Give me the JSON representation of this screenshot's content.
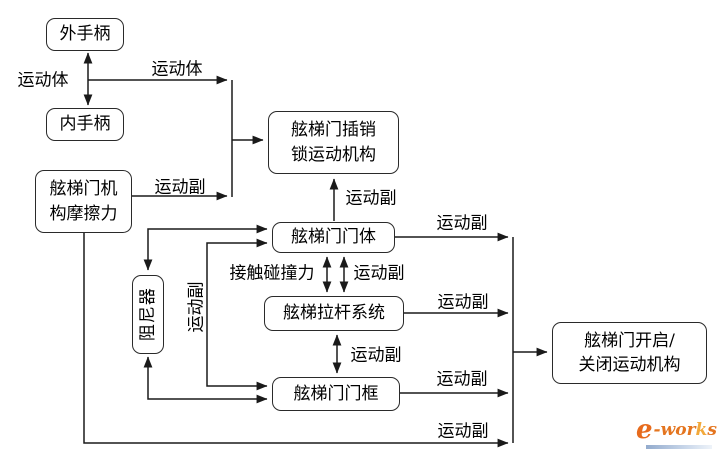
{
  "diagram": {
    "boxes": {
      "outer_handle": {
        "label": "外手柄"
      },
      "inner_handle": {
        "label": "内手柄"
      },
      "friction": {
        "line1": "舷梯门机",
        "line2": "构摩擦力"
      },
      "latch_lock": {
        "line1": "舷梯门插销",
        "line2": "锁运动机构"
      },
      "door_body": {
        "label": "舷梯门门体"
      },
      "damper": {
        "label": "阻尼器"
      },
      "tie_rod": {
        "label": "舷梯拉杆系统"
      },
      "door_frame": {
        "label": "舷梯门门框"
      },
      "open_close": {
        "line1": "舷梯门开启/",
        "line2": "关闭运动机构"
      }
    },
    "edge_labels": {
      "moving_body_left": "运动体",
      "moving_body_link": "运动体",
      "pair_friction": "运动副",
      "pair_latch": "运动副",
      "contact_force": "接触碰撞力",
      "pair_body_rod": "运动副",
      "pair_rod_frame": "运动副",
      "pair_frame_body_vertical": "运动副",
      "pair_body_out": "运动副",
      "pair_rod_out": "运动副",
      "pair_frame_out": "运动副",
      "pair_friction_out": "运动副"
    },
    "colors": {
      "line": "#1a1a1a",
      "box_border": "#2a2a2a",
      "background": "#ffffff"
    }
  },
  "logo": {
    "e": "e",
    "hyphen": "-",
    "part1": "wor",
    "k": "k",
    "part2": "s",
    "orange": "#e4751f",
    "yellow": "#f2a93b",
    "bar_color": "#93abcd"
  }
}
